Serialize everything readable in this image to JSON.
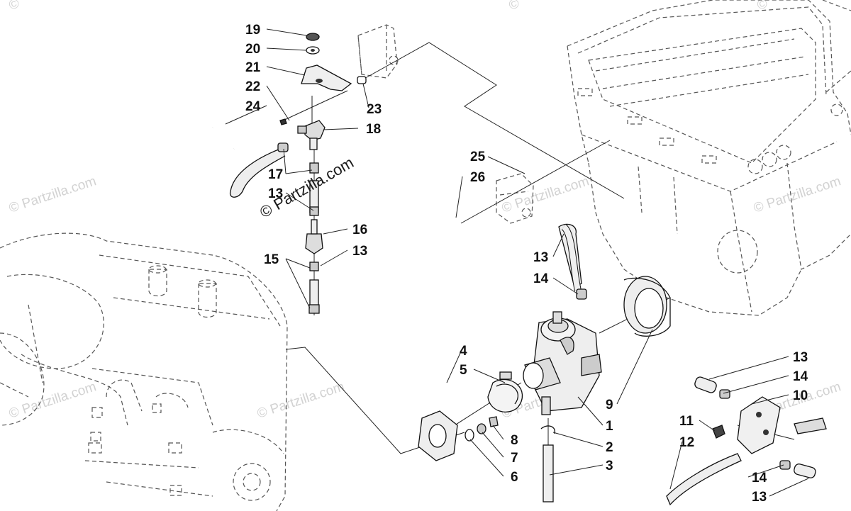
{
  "watermark": {
    "text": "© Partzilla.com",
    "symbol": "©"
  },
  "callouts": [
    {
      "id": "c19",
      "label": "19"
    },
    {
      "id": "c20",
      "label": "20"
    },
    {
      "id": "c21",
      "label": "21"
    },
    {
      "id": "c22",
      "label": "22"
    },
    {
      "id": "c23",
      "label": "23"
    },
    {
      "id": "c24",
      "label": "24"
    },
    {
      "id": "c18",
      "label": "18"
    },
    {
      "id": "c17",
      "label": "17"
    },
    {
      "id": "c13a",
      "label": "13"
    },
    {
      "id": "c16",
      "label": "16"
    },
    {
      "id": "c15",
      "label": "15"
    },
    {
      "id": "c13b",
      "label": "13"
    },
    {
      "id": "c25",
      "label": "25"
    },
    {
      "id": "c26",
      "label": "26"
    },
    {
      "id": "c13c",
      "label": "13"
    },
    {
      "id": "c14a",
      "label": "14"
    },
    {
      "id": "c4",
      "label": "4"
    },
    {
      "id": "c5",
      "label": "5"
    },
    {
      "id": "c9",
      "label": "9"
    },
    {
      "id": "c1",
      "label": "1"
    },
    {
      "id": "c8",
      "label": "8"
    },
    {
      "id": "c2",
      "label": "2"
    },
    {
      "id": "c7",
      "label": "7"
    },
    {
      "id": "c3",
      "label": "3"
    },
    {
      "id": "c6",
      "label": "6"
    },
    {
      "id": "c13d",
      "label": "13"
    },
    {
      "id": "c14b",
      "label": "14"
    },
    {
      "id": "c10",
      "label": "10"
    },
    {
      "id": "c11",
      "label": "11"
    },
    {
      "id": "c12",
      "label": "12"
    },
    {
      "id": "c14c",
      "label": "14"
    },
    {
      "id": "c13e",
      "label": "13"
    }
  ],
  "colors": {
    "ink": "#111111",
    "dashed": "#555555",
    "watermark": "#d2d2d2",
    "part_fill": "#ededed",
    "part_dark": "#333333"
  }
}
